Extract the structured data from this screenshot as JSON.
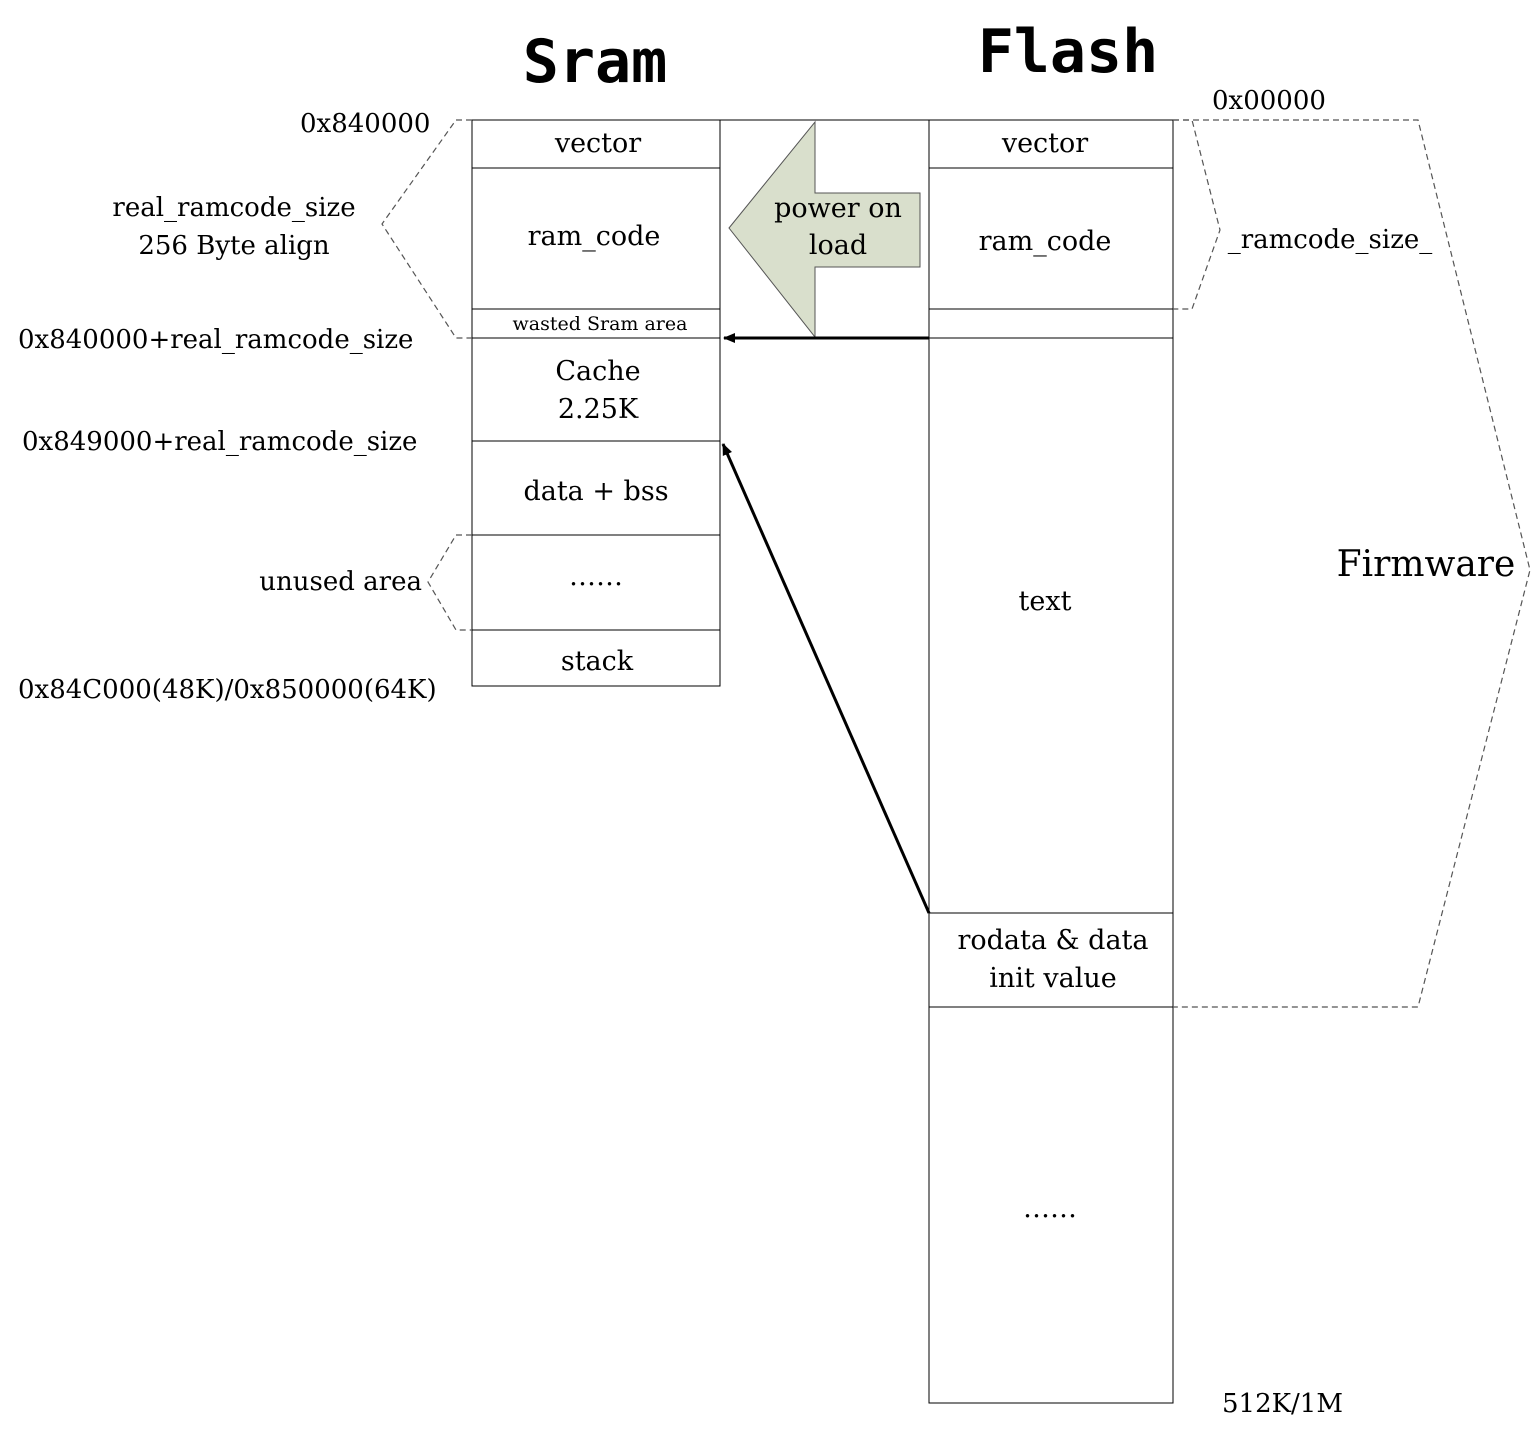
{
  "sram": {
    "title": "Sram",
    "cells": {
      "vector": "vector",
      "ram_code": "ram_code",
      "wasted": "wasted Sram area",
      "cache_line1": "Cache",
      "cache_line2": "2.25K",
      "data_bss": "data + bss",
      "dots": "……",
      "stack": "stack"
    },
    "addresses": {
      "start": "0x840000",
      "after_ramcode": "0x840000+real_ramcode_size",
      "after_cache": "0x849000+real_ramcode_size",
      "end": "0x84C000(48K)/0x850000(64K)"
    },
    "annotations": {
      "ramcode_line1": "real_ramcode_size",
      "ramcode_line2": "256 Byte align",
      "unused": "unused area"
    }
  },
  "flash": {
    "title": "Flash",
    "cells": {
      "vector": "vector",
      "ram_code": "ram_code",
      "text": "text",
      "rodata_line1": "rodata & data",
      "rodata_line2": "init value",
      "dots": "……"
    },
    "addresses": {
      "start": "0x00000",
      "end": "512K/1M"
    },
    "annotations": {
      "ramcode_size": "_ramcode_size_",
      "firmware": "Firmware"
    }
  },
  "arrow": {
    "line1": "power on",
    "line2": "load",
    "fill_color": "#d9dfcc"
  }
}
